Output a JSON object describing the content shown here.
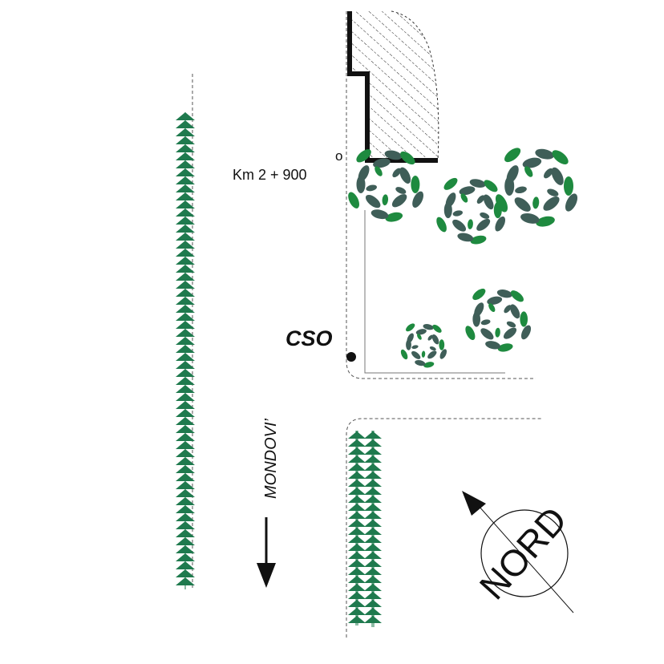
{
  "labels": {
    "km": "Km 2 + 900",
    "km_degree": "o",
    "cso": "CSO",
    "direction": "MONDOVI’",
    "north": "NORD"
  },
  "colors": {
    "background": "#ffffff",
    "line": "#111111",
    "dashed_edge": "#555555",
    "plot_outline": "#777777",
    "hedge_fill": "#1f7a4e",
    "tree_leaf_dark": "#3f5e58",
    "tree_leaf_light": "#1e8a3f",
    "hatch": "#222222"
  },
  "legend_icons": {
    "north_arrow": "north-arrow-icon",
    "direction_arrow": "down-arrow-icon",
    "tree": "tree-icon",
    "hedge": "hedge-icon"
  }
}
